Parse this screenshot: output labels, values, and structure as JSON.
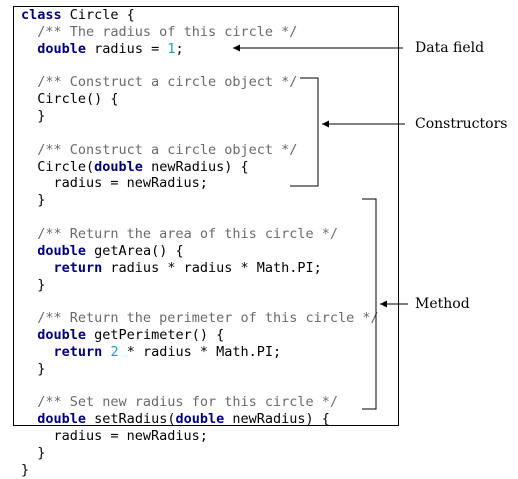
{
  "code_lines": [
    [
      {
        "t": "class",
        "c": "kw"
      },
      {
        "t": " Circle {"
      }
    ],
    [
      {
        "t": "  "
      },
      {
        "t": "/** The radius of this circle */",
        "c": "cm"
      }
    ],
    [
      {
        "t": "  "
      },
      {
        "t": "double",
        "c": "kw"
      },
      {
        "t": " radius = "
      },
      {
        "t": "1",
        "c": "num"
      },
      {
        "t": ";"
      }
    ],
    [
      {
        "t": ""
      }
    ],
    [
      {
        "t": "  "
      },
      {
        "t": "/** Construct a circle object */",
        "c": "cm"
      }
    ],
    [
      {
        "t": "  Circle() {"
      }
    ],
    [
      {
        "t": "  }"
      }
    ],
    [
      {
        "t": ""
      }
    ],
    [
      {
        "t": "  "
      },
      {
        "t": "/** Construct a circle object */",
        "c": "cm"
      }
    ],
    [
      {
        "t": "  Circle("
      },
      {
        "t": "double",
        "c": "kw"
      },
      {
        "t": " newRadius) {"
      }
    ],
    [
      {
        "t": "    radius = newRadius;"
      }
    ],
    [
      {
        "t": "  }"
      }
    ],
    [
      {
        "t": ""
      }
    ],
    [
      {
        "t": "  "
      },
      {
        "t": "/** Return the area of this circle */",
        "c": "cm"
      }
    ],
    [
      {
        "t": "  "
      },
      {
        "t": "double",
        "c": "kw"
      },
      {
        "t": " getArea() {"
      }
    ],
    [
      {
        "t": "    "
      },
      {
        "t": "return",
        "c": "kw"
      },
      {
        "t": " radius * radius * Math.PI;"
      }
    ],
    [
      {
        "t": "  }"
      }
    ],
    [
      {
        "t": ""
      }
    ],
    [
      {
        "t": "  "
      },
      {
        "t": "/** Return the perimeter of this circle */",
        "c": "cm"
      }
    ],
    [
      {
        "t": "  "
      },
      {
        "t": "double",
        "c": "kw"
      },
      {
        "t": " getPerimeter() {"
      }
    ],
    [
      {
        "t": "    "
      },
      {
        "t": "return",
        "c": "kw"
      },
      {
        "t": " "
      },
      {
        "t": "2",
        "c": "num"
      },
      {
        "t": " * radius * Math.PI;"
      }
    ],
    [
      {
        "t": "  }"
      }
    ],
    [
      {
        "t": ""
      }
    ],
    [
      {
        "t": "  "
      },
      {
        "t": "/** Set new radius for this circle */",
        "c": "cm"
      }
    ],
    [
      {
        "t": "  "
      },
      {
        "t": "double",
        "c": "kw"
      },
      {
        "t": " setRadius("
      },
      {
        "t": "double",
        "c": "kw"
      },
      {
        "t": " newRadius) {"
      }
    ],
    [
      {
        "t": "    radius = newRadius;"
      }
    ],
    [
      {
        "t": "  }"
      }
    ],
    [
      {
        "t": "}"
      }
    ]
  ],
  "annotations": {
    "data_field": "Data field",
    "constructors": "Constructors",
    "method": "Method"
  },
  "colors": {
    "keyword": "#00007f",
    "comment": "#6a6a6a",
    "number": "#1c9bd6"
  }
}
